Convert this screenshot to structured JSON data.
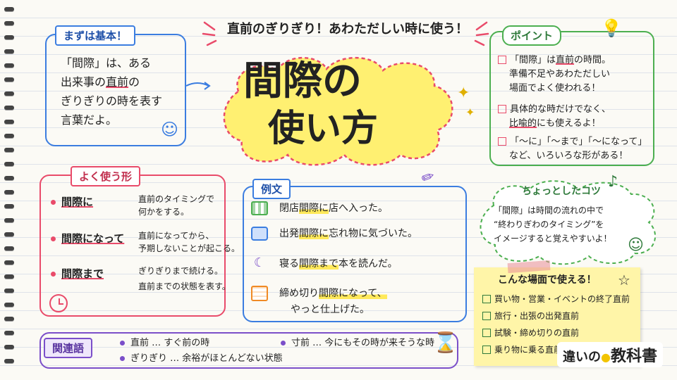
{
  "header": {
    "subtitle": "直前のぎりぎり！あわただしい時に使う！",
    "title_line1": "間際の",
    "title_line2": "使い方"
  },
  "basics": {
    "tag": "まずは基本！",
    "line1": "「間際」は、ある",
    "line2_a": "出来事の",
    "line2_b": "直前",
    "line2_c": "の",
    "line3": "ぎりぎりの時を表す",
    "line4": "言葉だよ。"
  },
  "points": {
    "tag": "ポイント",
    "items": [
      {
        "l1a": "「間際」は",
        "l1b": "直前",
        "l1c": "の時間。",
        "l2": "準備不足やあわただしい",
        "l3": "場面でよく使われる！"
      },
      {
        "l1": "具体的な時だけでなく、",
        "l2a": "比喩的",
        "l2b": "にも使えるよ！"
      },
      {
        "l1": "「～に」「～まで」「～になって」",
        "l2": "など、いろいろな形がある！"
      }
    ]
  },
  "forms": {
    "tag": "よく使う形",
    "items": [
      {
        "term": "間際に",
        "desc1": "直前のタイミングで",
        "desc2": "何かをする。"
      },
      {
        "term": "間際になって",
        "desc1": "直前になってから、",
        "desc2": "予期しないことが起こる。"
      },
      {
        "term": "間際まで",
        "desc1": "ぎりぎりまで続ける。",
        "desc2": "直前までの状態を表す。"
      }
    ]
  },
  "examples": {
    "tag": "例文",
    "items": [
      {
        "icon": "shop-icon",
        "a": "閉店",
        "b": "間際に",
        "c": "店へ入った。"
      },
      {
        "icon": "suitcase-icon",
        "a": "出発",
        "b": "間際に",
        "c": "忘れ物に気づいた。"
      },
      {
        "icon": "moon-icon",
        "a": "寝る",
        "b": "間際まで",
        "c": "本を読んだ。"
      },
      {
        "icon": "calendar-icon",
        "a": "締め切り",
        "b": "間際になって、",
        "c": "",
        "d": "やっと仕上げた。"
      }
    ]
  },
  "tip": {
    "tag": "ちょっとしたコツ",
    "l1": "「間際」は時間の流れの中で",
    "l2": "“終わりぎわのタイミング”を",
    "l3": "イメージすると覚えやすいよ！"
  },
  "scenes": {
    "tag": "こんな場面で使える！",
    "items": [
      "買い物・営業・イベントの終了直前",
      "旅行・出張の出発直前",
      "試験・締め切りの直前",
      "乗り物に乗る直前"
    ]
  },
  "related": {
    "tag": "関連語",
    "items": [
      {
        "w": "直前",
        "d": "… すぐ前の時"
      },
      {
        "w": "寸前",
        "d": "… 今にもその時が来そうな時"
      },
      {
        "w": "ぎりぎり",
        "d": "… 余裕がほとんどない状態"
      }
    ]
  },
  "brand": {
    "a": "違いの",
    "b": "教科書"
  },
  "colors": {
    "pink": "#e94b6a",
    "blue": "#3b7de0",
    "green": "#4caf50",
    "purple": "#7b4fc9",
    "yellow": "#ffe95a"
  }
}
